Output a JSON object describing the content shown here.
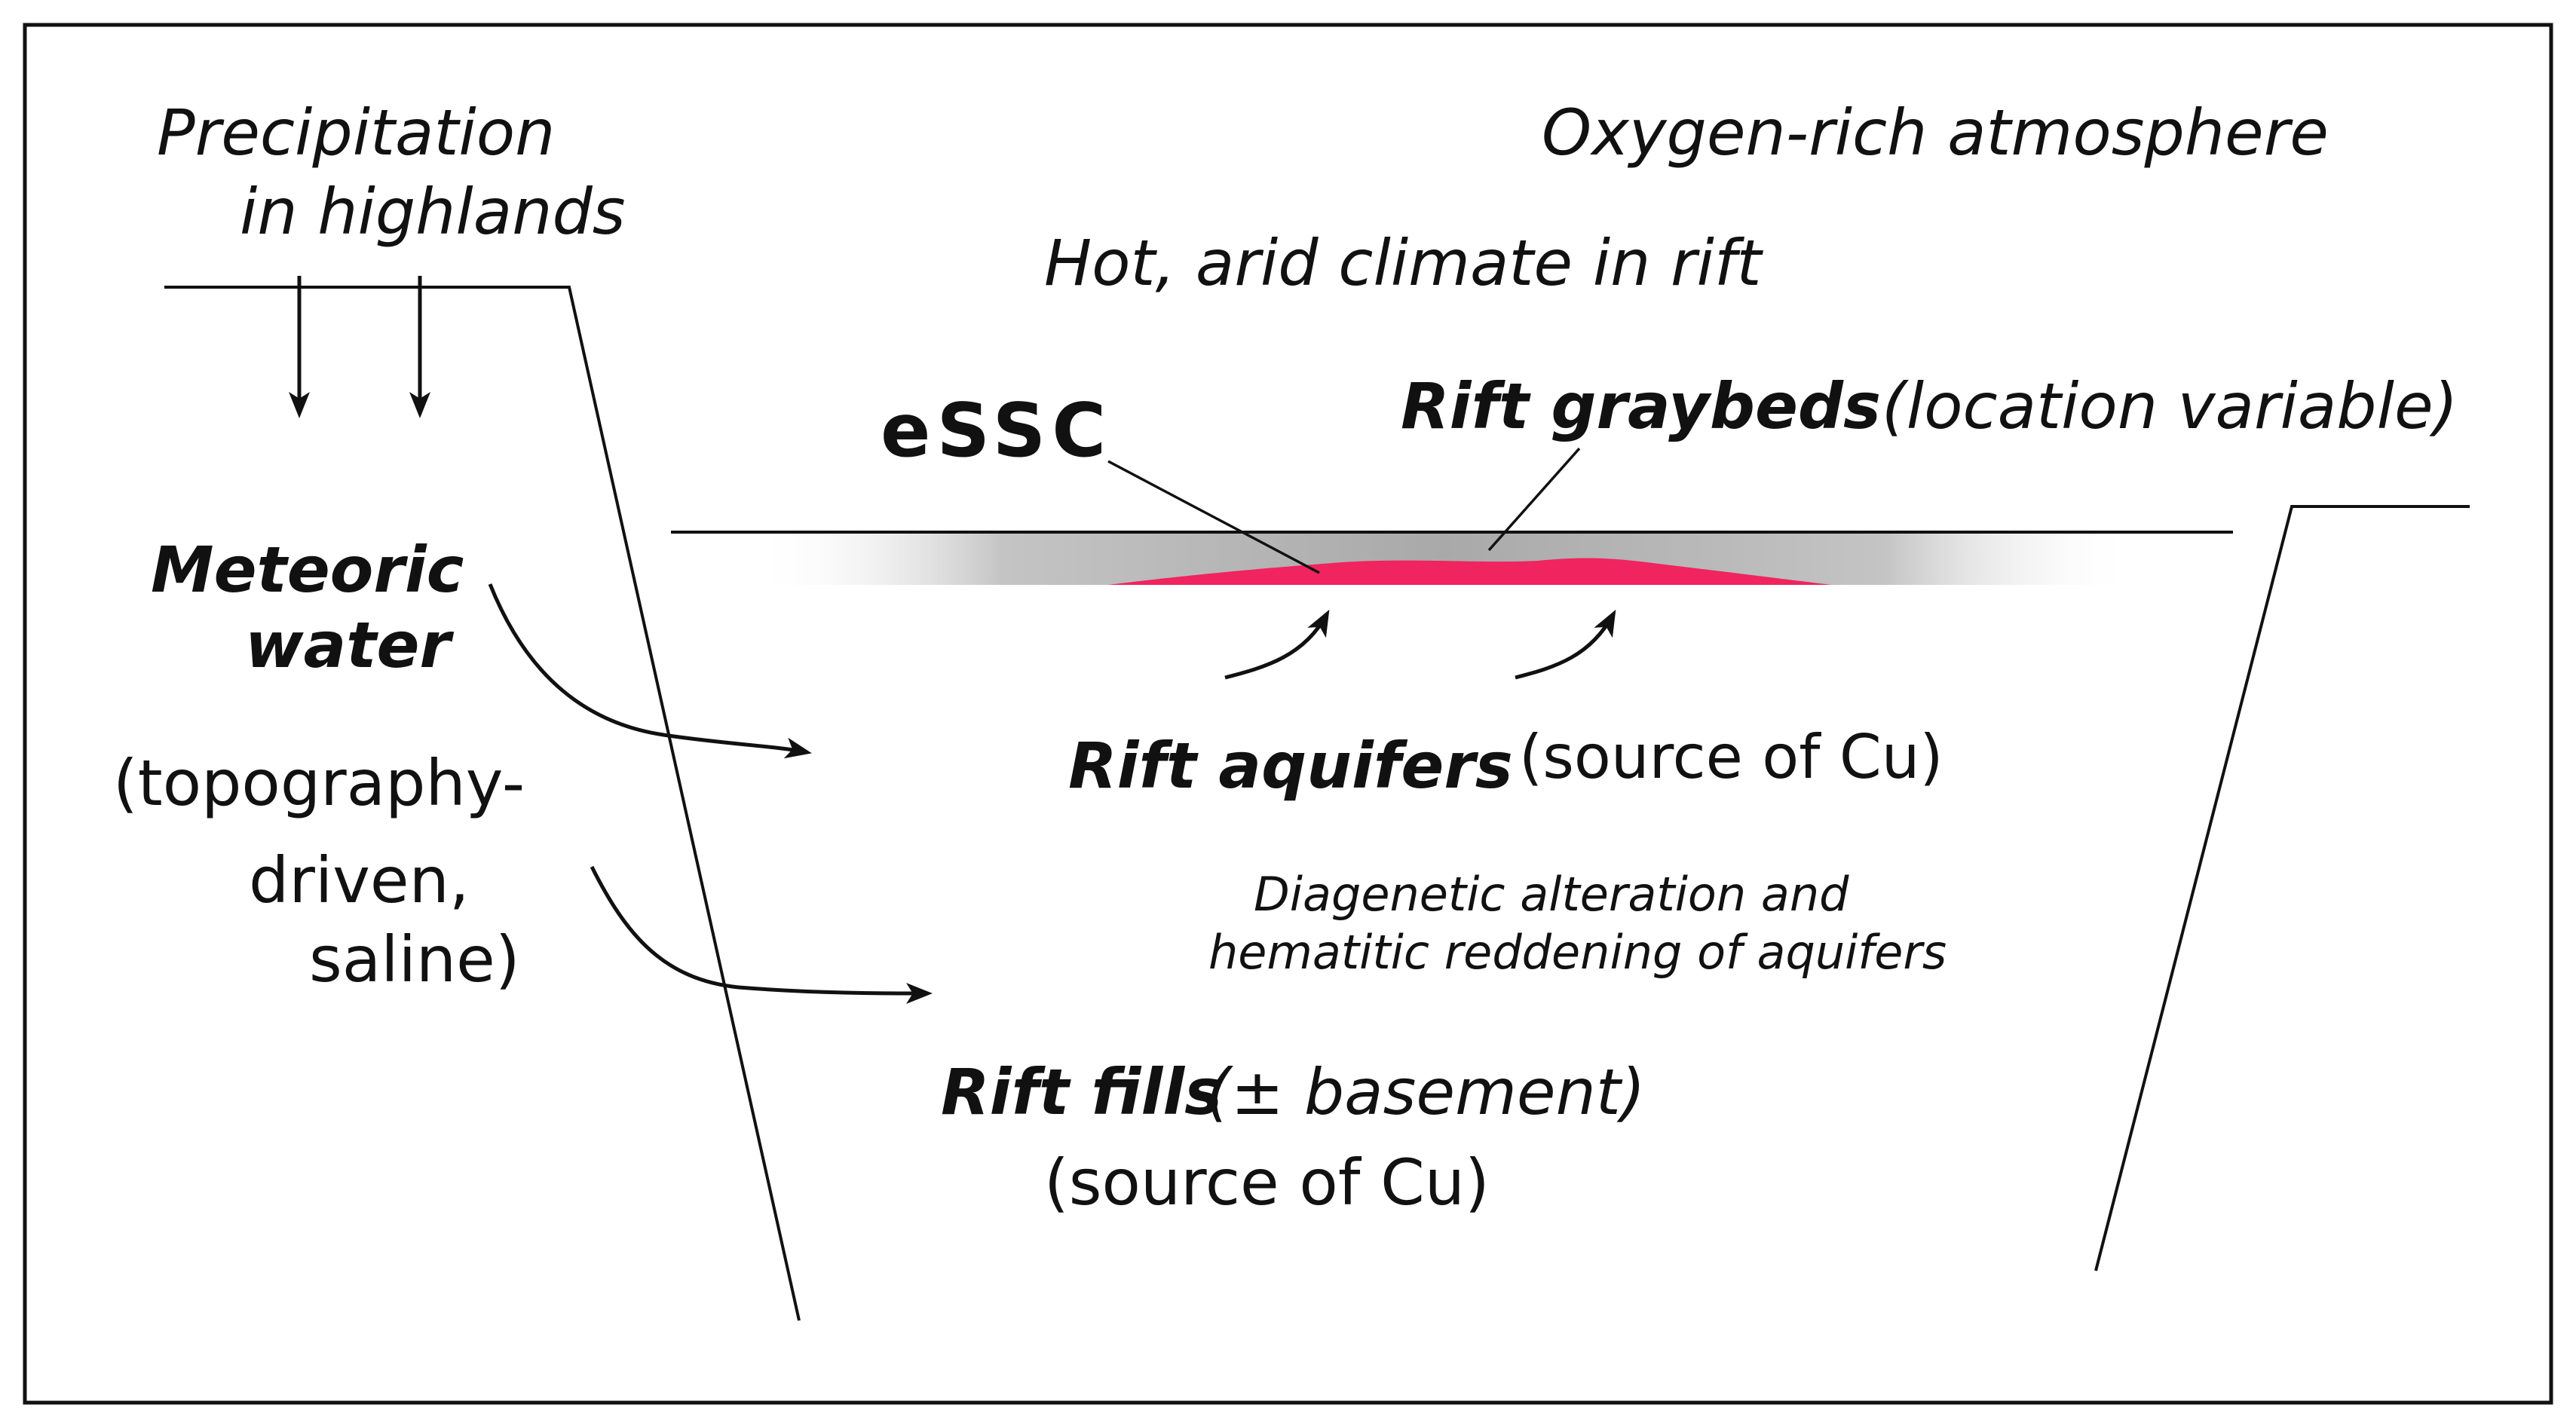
{
  "labels": {
    "precipitation_line1": "Precipitation",
    "precipitation_line2": "in highlands",
    "atmosphere": "Oxygen-rich atmosphere",
    "climate": "Hot, arid climate in rift",
    "essc": "eSSC",
    "graybeds": "Rift graybeds",
    "graybeds_note": "(location variable)",
    "meteoric_line1": "Meteoric",
    "meteoric_line2": "water",
    "meteoric_note_line1": "(topography-",
    "meteoric_note_line2": "driven,",
    "meteoric_note_line3": "saline)",
    "aquifers": "Rift aquifers",
    "aquifers_note": "(source of Cu)",
    "diagenetic_line1": "Diagenetic alteration and",
    "diagenetic_line2": "hematitic reddening of aquifers",
    "fills": "Rift fills",
    "fills_note": "(± basement)",
    "fills_source": "(source of Cu)"
  },
  "colors": {
    "line": "#111111",
    "essc_layer": "#f0245f",
    "graybed_band": "#9a9a9a",
    "background": "#ffffff"
  }
}
